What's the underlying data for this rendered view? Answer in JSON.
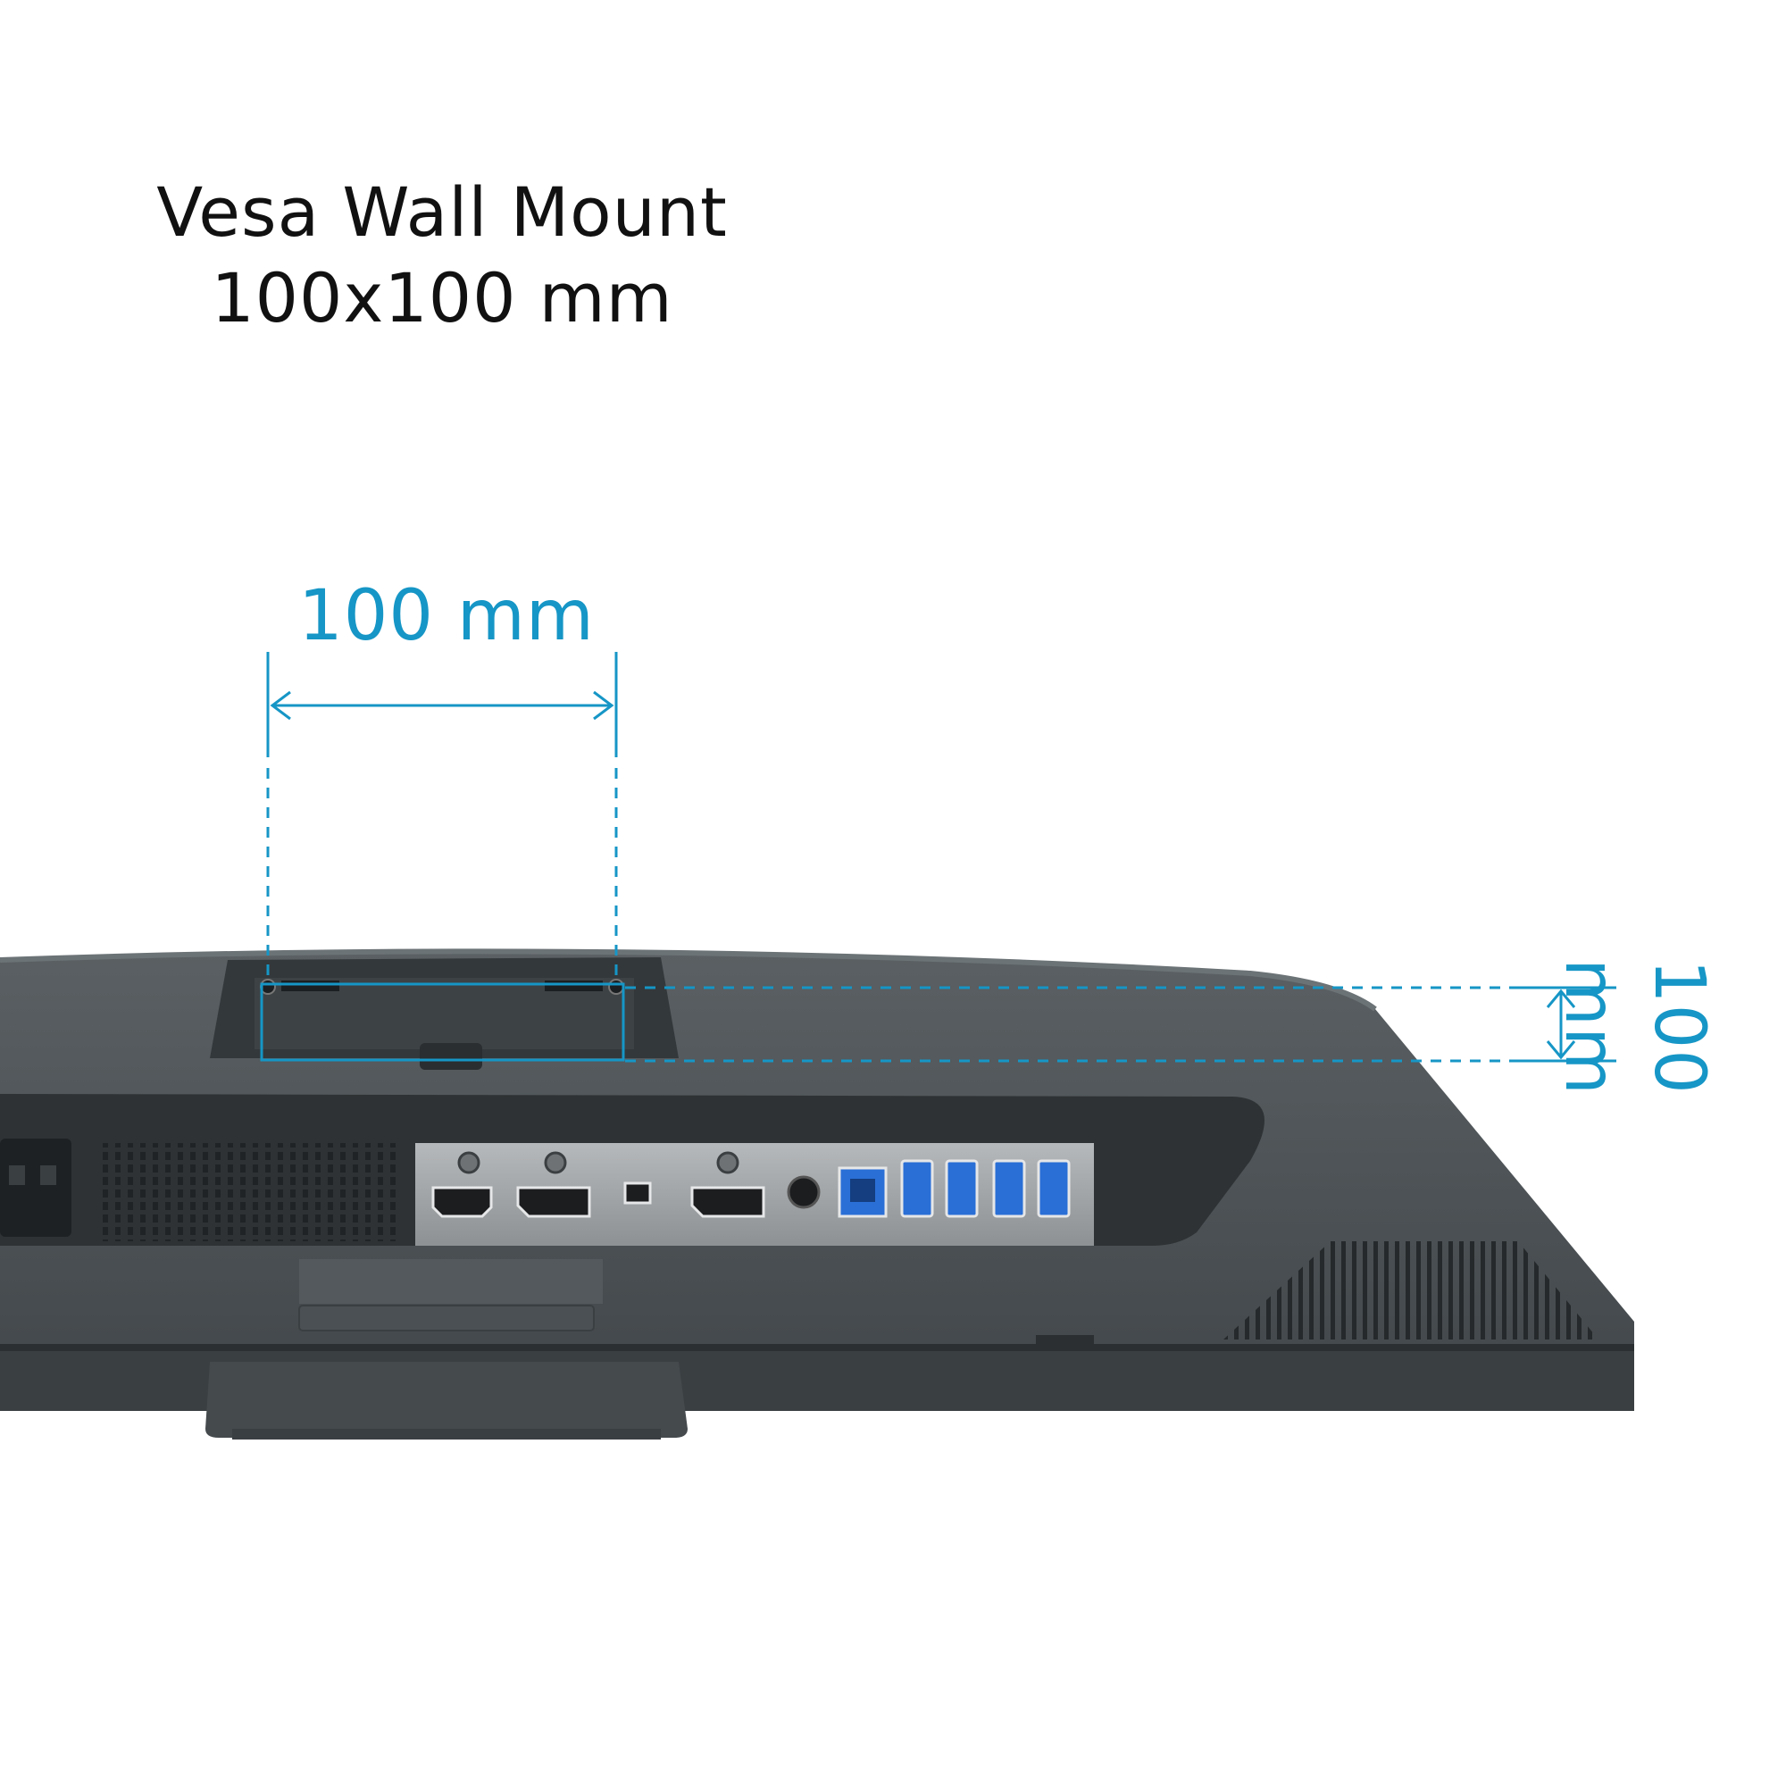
{
  "heading": {
    "line1": "Vesa Wall Mount",
    "line2": "100x100 mm"
  },
  "dimensions": {
    "horizontal_label": "100 mm",
    "vertical_label": "100 mm",
    "accent_color": "#1696c6"
  },
  "monitor": {
    "body_color": "#4a4f52",
    "port_panel_color": "#a3a6a8",
    "usb_color": "#2a6fd6"
  }
}
